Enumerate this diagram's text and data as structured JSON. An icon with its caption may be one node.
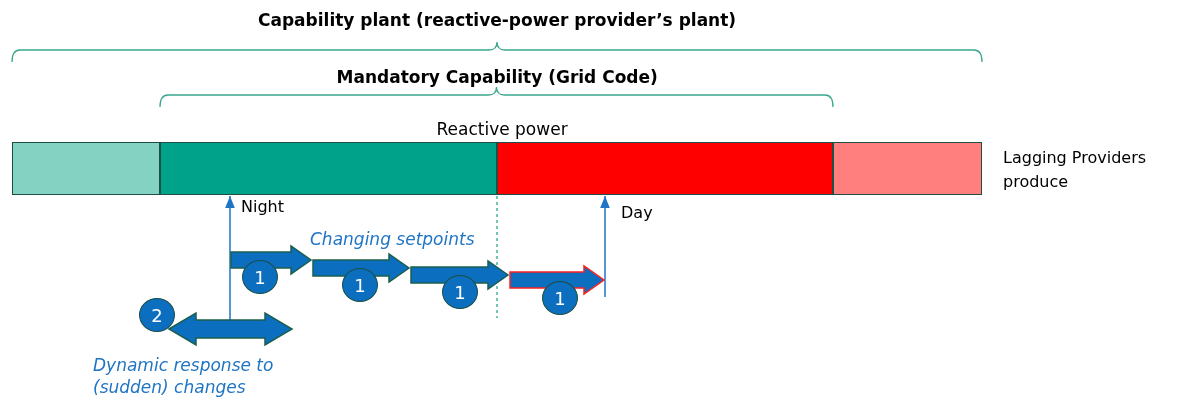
{
  "diagram": {
    "nodes": [
      {
        "text": [],
        "shape": "bar"
      },
      {
        "text": [],
        "shape": "bar"
      },
      {
        "text": [],
        "shape": "bar"
      },
      {
        "text": [],
        "shape": "bar"
      },
      {
        "text": [
          "1"
        ]
      },
      {
        "text": [
          "1"
        ]
      },
      {
        "text": [
          "1"
        ]
      },
      {
        "text": [
          "1"
        ]
      },
      {
        "text": [
          "2"
        ]
      }
    ],
    "edges": [
      {
        "from": 8,
        "to": 1,
        "arrow": "to"
      },
      {
        "from": null,
        "to": 2,
        "arrow": "to"
      }
    ],
    "labels": [
      "Capability plant (reactive-power provider’s plant)",
      "Mandatory Capability (Grid Code)",
      "Reactive power",
      "Lagging Providers produce",
      "Night",
      "Day",
      "Changing setpoints",
      "Dynamic response to (sudden) changes"
    ]
  }
}
